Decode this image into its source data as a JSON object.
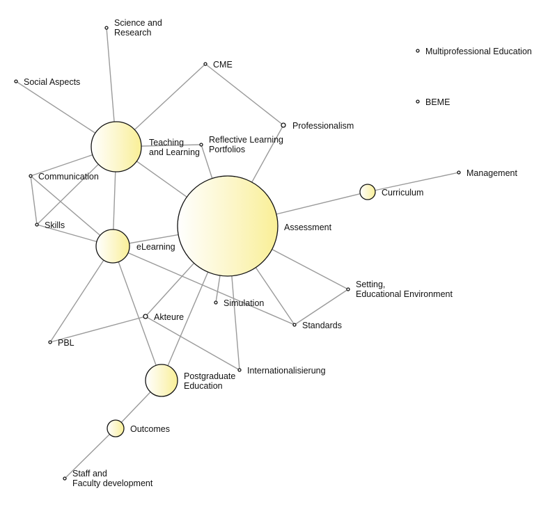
{
  "nodes": [
    {
      "id": "science",
      "lines": [
        "Science and",
        "Research"
      ]
    },
    {
      "id": "cme",
      "lines": [
        "CME"
      ]
    },
    {
      "id": "multiprof",
      "lines": [
        "Multiprofessional Education"
      ]
    },
    {
      "id": "social",
      "lines": [
        "Social Aspects"
      ]
    },
    {
      "id": "beme",
      "lines": [
        "BEME"
      ]
    },
    {
      "id": "profess",
      "lines": [
        "Professionalism"
      ]
    },
    {
      "id": "teaching",
      "lines": [
        "Teaching",
        "and Learning"
      ]
    },
    {
      "id": "reflective",
      "lines": [
        "Reflective Learning",
        "Portfolios"
      ]
    },
    {
      "id": "management",
      "lines": [
        "Management"
      ]
    },
    {
      "id": "communication",
      "lines": [
        "Communication"
      ]
    },
    {
      "id": "curriculum",
      "lines": [
        "Curriculum"
      ]
    },
    {
      "id": "skills",
      "lines": [
        "Skills"
      ]
    },
    {
      "id": "assessment",
      "lines": [
        "Assessment"
      ]
    },
    {
      "id": "elearning",
      "lines": [
        "eLearning"
      ]
    },
    {
      "id": "setting",
      "lines": [
        "Setting,",
        "Educational Environment"
      ]
    },
    {
      "id": "simulation",
      "lines": [
        "Simulation"
      ]
    },
    {
      "id": "akteure",
      "lines": [
        "Akteure"
      ]
    },
    {
      "id": "standards",
      "lines": [
        "Standards"
      ]
    },
    {
      "id": "pbl",
      "lines": [
        "PBL"
      ]
    },
    {
      "id": "international",
      "lines": [
        "Internationalisierung"
      ]
    },
    {
      "id": "postgrad",
      "lines": [
        "Postgraduate",
        "Education"
      ]
    },
    {
      "id": "outcomes",
      "lines": [
        "Outcomes"
      ]
    },
    {
      "id": "staff",
      "lines": [
        "Staff and",
        "Faculty development"
      ]
    }
  ],
  "edges": [
    [
      "teaching",
      "science"
    ],
    [
      "teaching",
      "social"
    ],
    [
      "teaching",
      "cme"
    ],
    [
      "cme",
      "profess"
    ],
    [
      "teaching",
      "reflective"
    ],
    [
      "reflective",
      "assessment"
    ],
    [
      "profess",
      "assessment"
    ],
    [
      "teaching",
      "assessment"
    ],
    [
      "teaching",
      "communication"
    ],
    [
      "teaching",
      "skills"
    ],
    [
      "teaching",
      "elearning"
    ],
    [
      "communication",
      "skills"
    ],
    [
      "communication",
      "elearning"
    ],
    [
      "skills",
      "elearning"
    ],
    [
      "assessment",
      "curriculum"
    ],
    [
      "curriculum",
      "management"
    ],
    [
      "assessment",
      "elearning"
    ],
    [
      "assessment",
      "setting"
    ],
    [
      "assessment",
      "standards"
    ],
    [
      "assessment",
      "simulation"
    ],
    [
      "assessment",
      "akteure"
    ],
    [
      "assessment",
      "postgrad"
    ],
    [
      "assessment",
      "international"
    ],
    [
      "elearning",
      "pbl"
    ],
    [
      "elearning",
      "postgrad"
    ],
    [
      "elearning",
      "standards"
    ],
    [
      "pbl",
      "akteure"
    ],
    [
      "akteure",
      "international"
    ],
    [
      "setting",
      "standards"
    ],
    [
      "postgrad",
      "outcomes"
    ],
    [
      "outcomes",
      "staff"
    ]
  ],
  "colors": {
    "edge": "#9a9a9a",
    "node_stroke": "#111111",
    "fill_light": "#ffffff",
    "fill_mid": "#fdf8cf",
    "fill_dark": "#faf09a"
  }
}
